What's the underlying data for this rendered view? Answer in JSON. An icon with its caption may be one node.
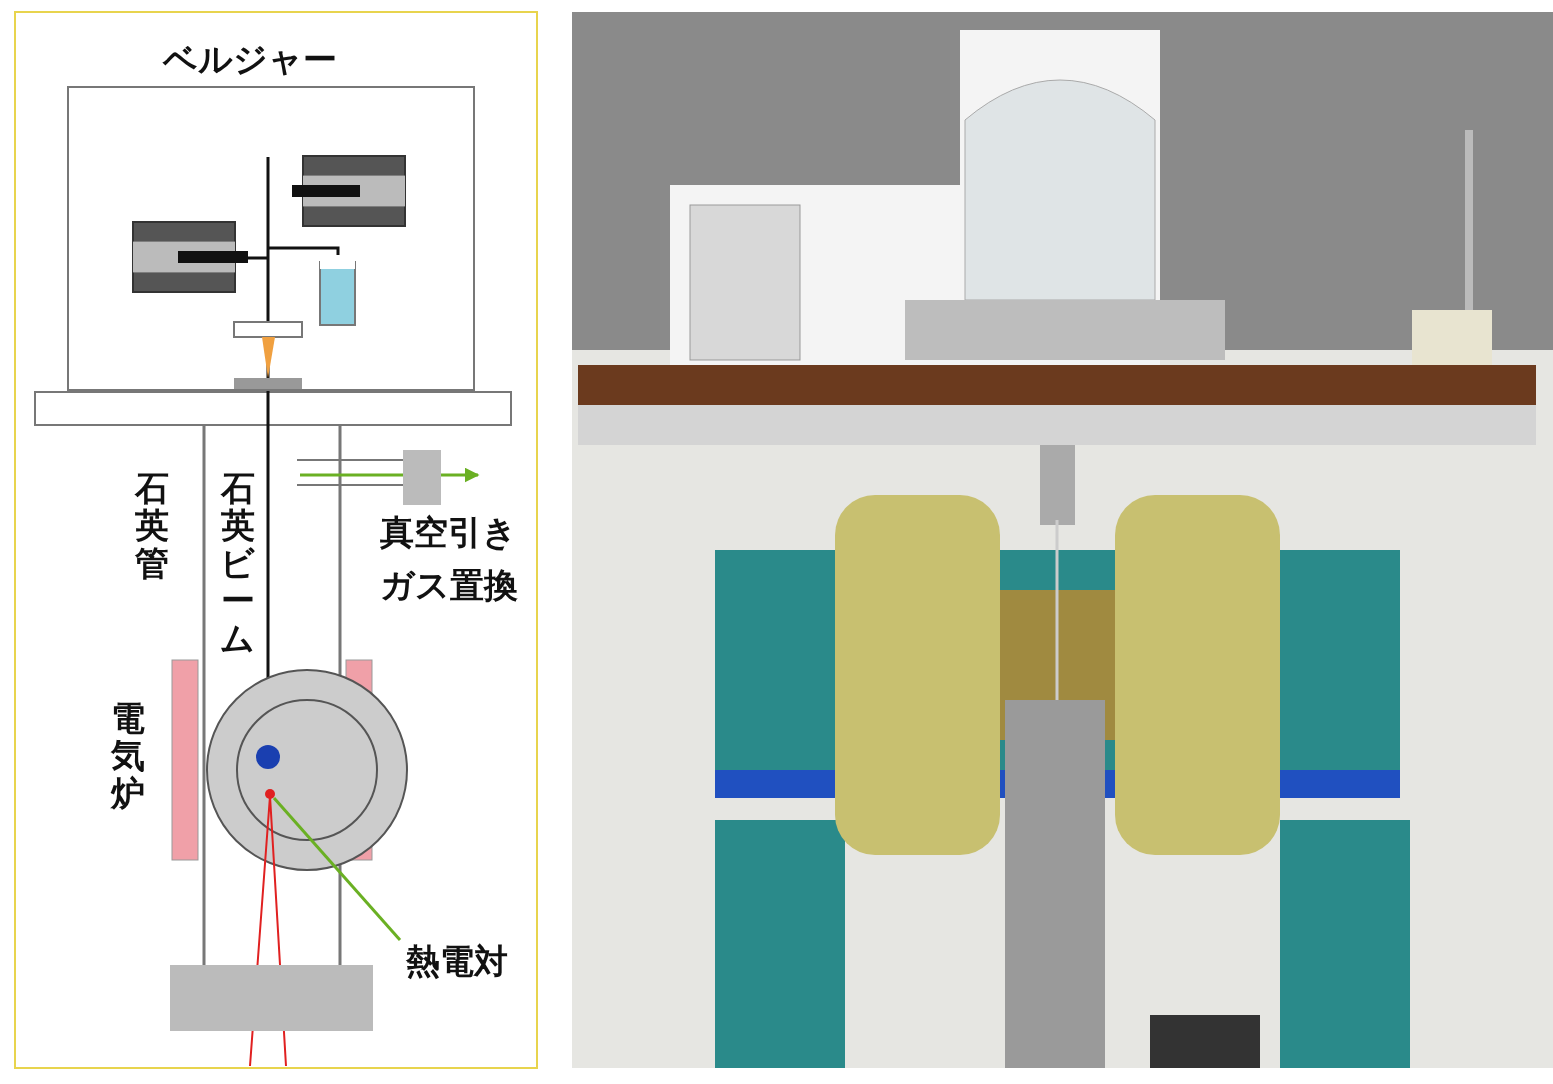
{
  "diagram": {
    "nodes": [
      {
        "text": [
          "ベルジャー"
        ]
      },
      {
        "text": [],
        "shape": "box"
      },
      {
        "text": [],
        "shape": "circle"
      },
      {
        "text": [
          "熱電対"
        ]
      }
    ],
    "edges": [
      {
        "from": 1,
        "to": null,
        "arrow": "to",
        "color": "#6ab023"
      },
      {
        "from": 3,
        "to": 2,
        "arrow": "none",
        "color": "#6ab023"
      }
    ],
    "labels": [
      "石英管",
      "石英ビーム",
      "真空引き",
      "ガス置換",
      "電気炉"
    ]
  }
}
